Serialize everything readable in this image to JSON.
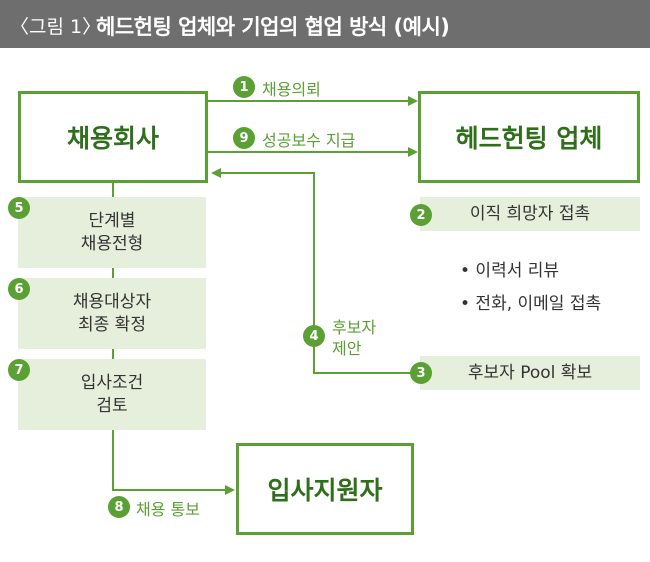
{
  "title": {
    "prefix": "〈그림 1〉",
    "text": "헤드헌팅 업체와 기업의 협업 방식 (예시)"
  },
  "nodes": {
    "company": "채용회사",
    "headhunter": "헤드헌팅 업체",
    "applicant": "입사지원자"
  },
  "steps": [
    {
      "num": "1",
      "label": "채용의뢰"
    },
    {
      "num": "9",
      "label": "성공보수 지급"
    },
    {
      "num": "2",
      "label": "이직 희망자 접촉"
    },
    {
      "num": "3",
      "label": "후보자 Pool 확보"
    },
    {
      "num": "4",
      "label": "후보자\n제안"
    },
    {
      "num": "5",
      "label": "단계별\n채용전형"
    },
    {
      "num": "6",
      "label": "채용대상자\n최종 확정"
    },
    {
      "num": "7",
      "label": "입사조건\n검토"
    },
    {
      "num": "8",
      "label": "채용 통보"
    }
  ],
  "bullets": [
    "• 이력서 리뷰",
    "• 전화, 이메일 접촉"
  ],
  "colors": {
    "accent": "#5aa034",
    "title_bg": "#6e6e6e",
    "step_bg": "#e6efdb",
    "node_text": "#2f6e1b"
  }
}
